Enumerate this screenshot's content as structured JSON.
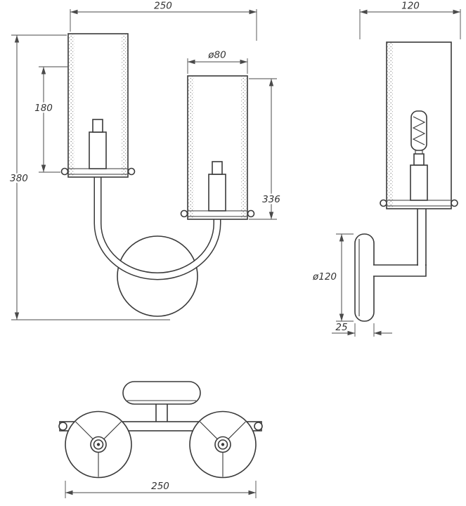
{
  "title": "wall-lamp-technical-drawing",
  "colors": {
    "line": "#3a3a3a",
    "dimension": "#4a4a4a",
    "background": "#ffffff"
  },
  "dims": {
    "front_width": "250",
    "front_shade_height": "180",
    "front_total_height": "380",
    "front_shade_diameter": "ø80",
    "front_body_height": "336",
    "side_depth": "120",
    "side_plate_diameter": "ø120",
    "side_plate_thickness": "25",
    "bottom_width": "250"
  }
}
